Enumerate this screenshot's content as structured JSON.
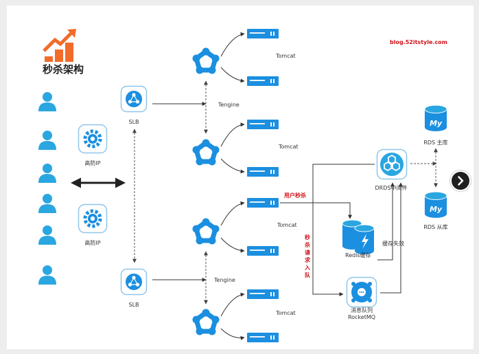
{
  "title": "秒杀架构",
  "watermark": "blog.52itstyle.com",
  "labels": {
    "gaofang1": "高防IP",
    "gaofang2": "高防IP",
    "slb1": "SLB",
    "slb2": "SLB",
    "tengine1": "Tengine",
    "tengine2": "Tengine",
    "tomcat1": "Tomcat",
    "tomcat2": "Tomcat",
    "tomcat3": "Tomcat",
    "tomcat4": "Tomcat",
    "drds": "DRDS中间件",
    "rds_main": "RDS 主库",
    "rds_slave": "RDS 从库",
    "my1": "My",
    "my2": "My",
    "redis": "Redis缓存",
    "mq_line1": "消息队列",
    "mq_line2": "RocketMQ",
    "user_seckill": "用户秒杀",
    "cache_fail": "缓存失效",
    "enqueue": [
      "秒",
      "杀",
      "请",
      "求",
      "入",
      "队"
    ]
  },
  "colors": {
    "accent": "#2aa6e0",
    "accent_dark": "#1b7fd0",
    "logo": "#f26b2a",
    "red": "#d0121b",
    "line": "#333333",
    "dashed": "#555555"
  },
  "icons": {
    "logo": "trend-chart-icon",
    "user": "user-icon",
    "shield": "gear-shield-icon",
    "slb": "load-balancer-icon",
    "tengine": "tengine-cluster-icon",
    "server": "server-icon",
    "mysql": "mysql-db-icon",
    "redis": "redis-cache-icon",
    "mq": "message-queue-icon",
    "next": "chevron-right-icon"
  }
}
